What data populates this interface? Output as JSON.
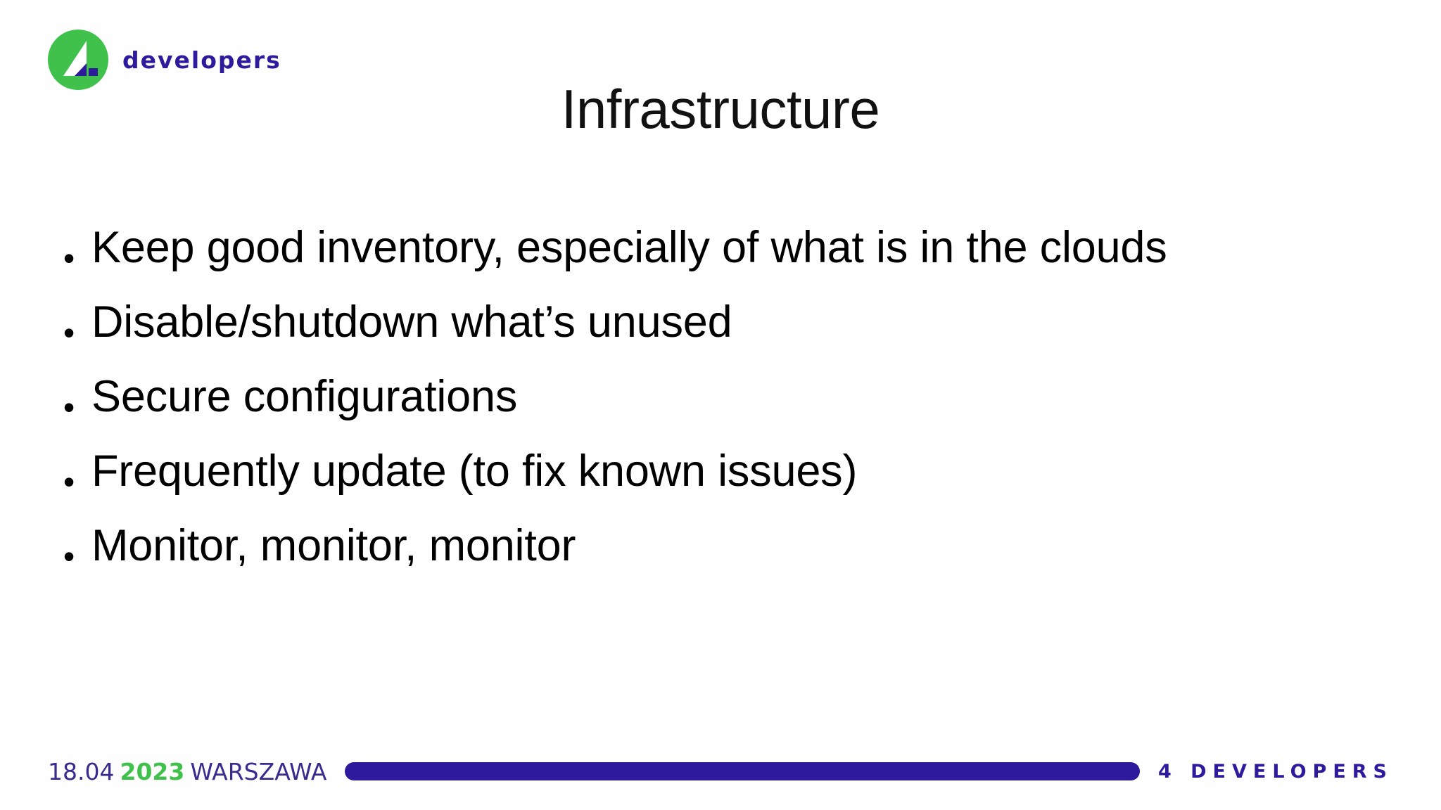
{
  "brand": {
    "logo_icon": "four-developers-logo-icon",
    "logo_word": "developers",
    "green": "#3fc14b",
    "purple": "#2e1a9c"
  },
  "title": "Infrastructure",
  "bullets": [
    {
      "marker": "•",
      "text": "Keep good inventory, especially of what is in the clouds"
    },
    {
      "marker": "•",
      "text": "Disable/shutdown what’s unused"
    },
    {
      "marker": "•",
      "text": "Secure configurations"
    },
    {
      "marker": "•",
      "text": "Frequently update (to fix known issues)"
    },
    {
      "marker": "•",
      "text": "Monitor, monitor, monitor"
    }
  ],
  "footer": {
    "date": "18.04",
    "year": "2023",
    "city": "WARSZAWA",
    "brand": "4 DEVELOPERS"
  }
}
